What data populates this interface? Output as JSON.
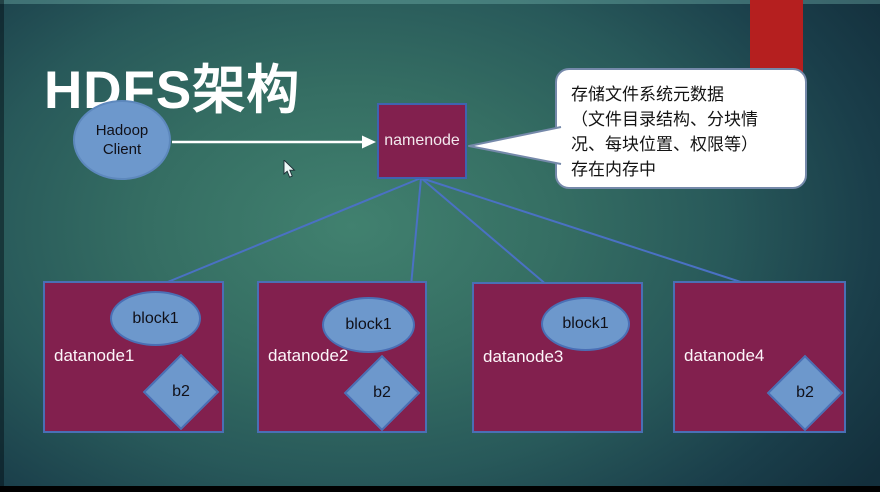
{
  "title": "HDFS架构",
  "client": {
    "line1": "Hadoop",
    "line2": "Client"
  },
  "namenode": {
    "label": "namenode"
  },
  "datanodes": [
    {
      "label": "datanode1",
      "block1": "block1",
      "b2": "b2"
    },
    {
      "label": "datanode2",
      "block1": "block1",
      "b2": "b2"
    },
    {
      "label": "datanode3",
      "block1": "block1"
    },
    {
      "label": "datanode4",
      "b2": "b2"
    }
  ],
  "callout": {
    "line1": "存储文件系统元数据",
    "line2": "（文件目录结构、分块情",
    "line3": "况、每块位置、权限等）",
    "line4": "存在内存中"
  },
  "edges": [
    {
      "from": "Hadoop Client",
      "to": "namenode",
      "style": "white-arrow"
    },
    {
      "from": "namenode",
      "to": "datanode1",
      "style": "blue-line"
    },
    {
      "from": "namenode",
      "to": "datanode2",
      "style": "blue-line"
    },
    {
      "from": "namenode",
      "to": "datanode3",
      "style": "blue-line"
    },
    {
      "from": "namenode",
      "to": "datanode4",
      "style": "blue-line"
    }
  ],
  "colors": {
    "node_fill": "#82204e",
    "node_border": "#4a6fb5",
    "shape_fill": "#6d98cc",
    "connector": "#4a71c4",
    "accent_bar": "#b51f1f",
    "background_center": "#41816f",
    "background_edge": "#132f3c",
    "callout_bg": "#ffffff",
    "title_color": "#ffffff"
  }
}
